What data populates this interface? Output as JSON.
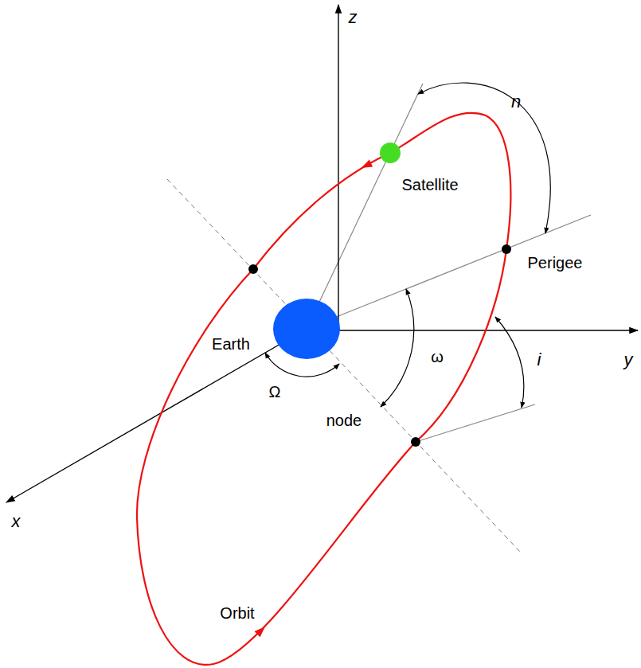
{
  "diagram": {
    "labels": [
      "z",
      "n",
      "Satellite",
      "Perigee",
      "Earth",
      "ω",
      "y",
      "i",
      "Ω",
      "node",
      "x",
      "Orbit"
    ]
  }
}
